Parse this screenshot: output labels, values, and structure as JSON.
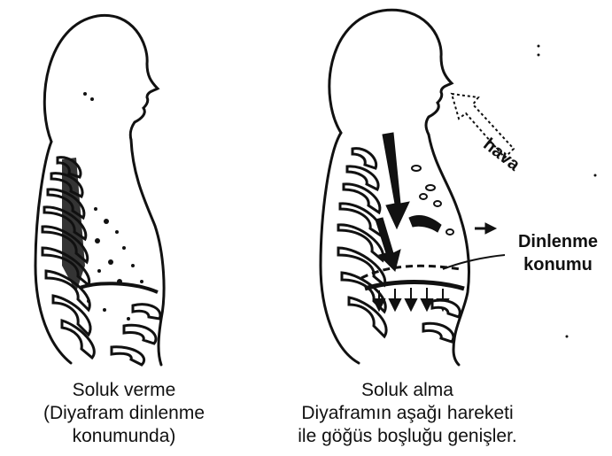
{
  "left_figure": {
    "caption_lines": [
      "Soluk verme",
      "(Diyafram dinlenme",
      "konumunda)"
    ]
  },
  "right_figure": {
    "caption_lines": [
      "Soluk alma",
      "Diyaframın aşağı hareketi",
      "ile göğüs boşluğu genişler."
    ],
    "air_label": "hava",
    "rest_label_lines": [
      "Dinlenme",
      "konumu"
    ]
  },
  "colors": {
    "ink": "#111111",
    "background": "#ffffff"
  }
}
